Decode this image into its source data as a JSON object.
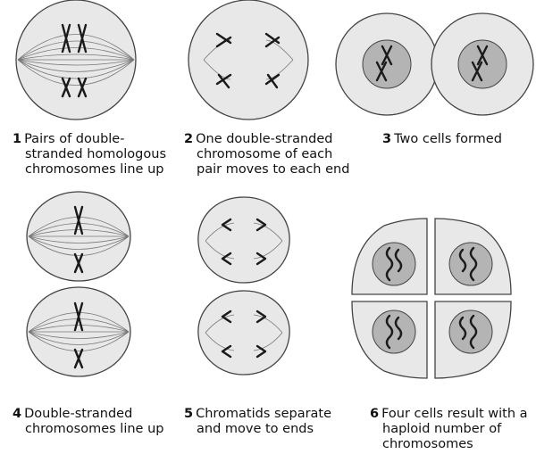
{
  "captions": {
    "step1": {
      "number": "1",
      "line1": "Pairs of double-",
      "line2": "stranded homologous",
      "line3": "chromosomes line up"
    },
    "step2": {
      "number": "2",
      "line1": "One double-stranded",
      "line2": "chromosome of each",
      "line3": "pair moves to each end"
    },
    "step3": {
      "number": "3",
      "line1": "Two cells formed"
    },
    "step4": {
      "number": "4",
      "line1": "Double-stranded",
      "line2": "chromosomes line up"
    },
    "step5": {
      "number": "5",
      "line1": "Chromatids separate",
      "line2": "and move to ends"
    },
    "step6": {
      "number": "6",
      "line1": "Four cells result with a",
      "line2": "haploid number of",
      "line3": "chromosomes"
    }
  },
  "colors": {
    "cell_fill": "#e8e8e8",
    "cell_stroke": "#444444",
    "nucleus_fill": "#b4b4b4",
    "spindle": "#777777",
    "chromosome": "#1a1a1a"
  }
}
